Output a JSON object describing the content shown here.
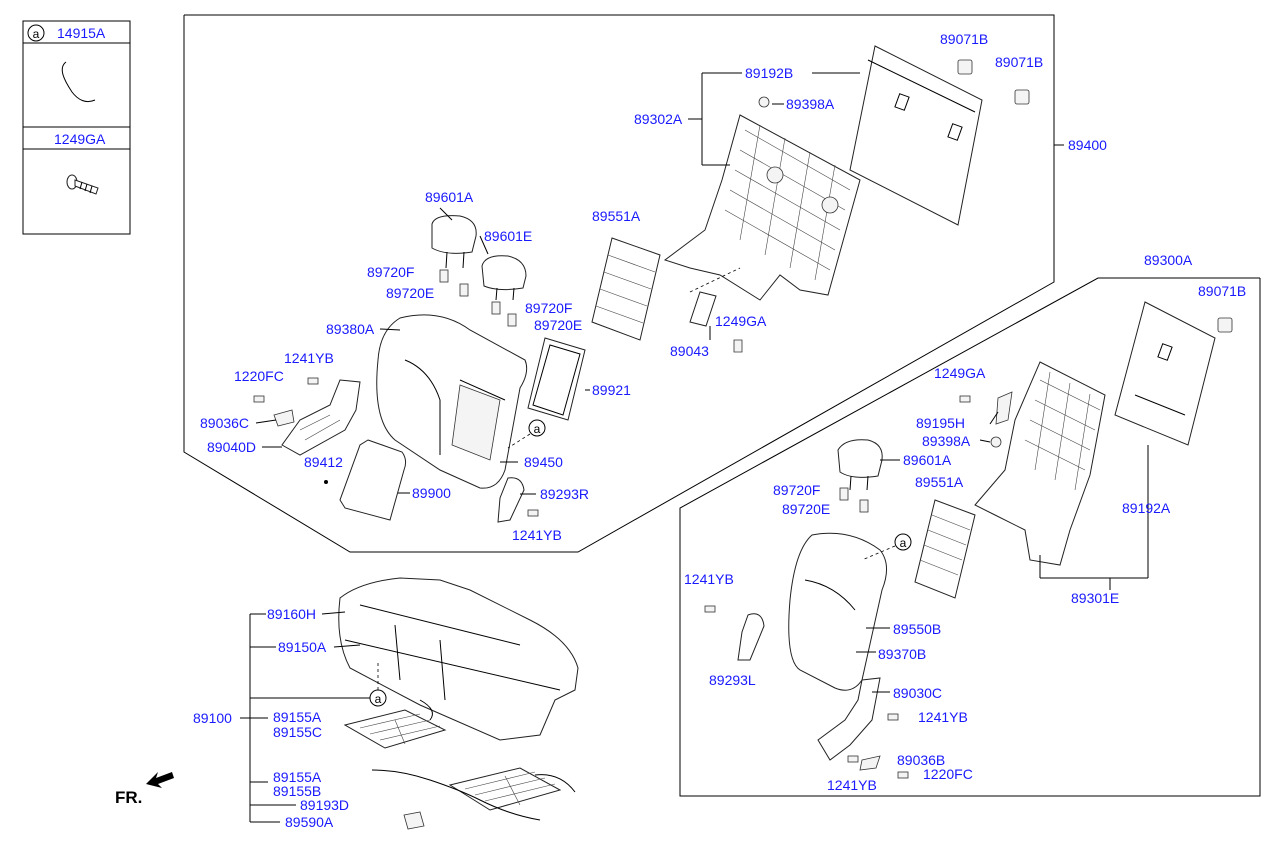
{
  "legend": {
    "a_symbol": "a",
    "part_a": "14915A",
    "part_b": "1249GA"
  },
  "direction": "FR.",
  "callout_letter": "a",
  "labels": {
    "p89071B_1": "89071B",
    "p89071B_2": "89071B",
    "p89192B": "89192B",
    "p89398A_1": "89398A",
    "p89302A": "89302A",
    "p89400": "89400",
    "p89601A_1": "89601A",
    "p89601E": "89601E",
    "p89551A_1": "89551A",
    "p89720F_1": "89720F",
    "p89720E_1": "89720E",
    "p89720F_2": "89720F",
    "p89720E_2": "89720E",
    "p89380A": "89380A",
    "p1249GA_1": "1249GA",
    "p89043": "89043",
    "p1241YB_1": "1241YB",
    "p1220FC_1": "1220FC",
    "p89921": "89921",
    "p89036C": "89036C",
    "p89040D": "89040D",
    "p89412": "89412",
    "p89450": "89450",
    "p89900": "89900",
    "p89293R": "89293R",
    "p1241YB_2": "1241YB",
    "p89300A": "89300A",
    "p89071B_3": "89071B",
    "p1249GA_2": "1249GA",
    "p89195H": "89195H",
    "p89398A_2": "89398A",
    "p89601A_2": "89601A",
    "p89192A": "89192A",
    "p89720F_3": "89720F",
    "p89551A_2": "89551A",
    "p89720E_3": "89720E",
    "p89301E": "89301E",
    "p1241YB_3": "1241YB",
    "p89550B": "89550B",
    "p89370B": "89370B",
    "p89293L": "89293L",
    "p89030C": "89030C",
    "p1241YB_4": "1241YB",
    "p89036B": "89036B",
    "p1220FC_2": "1220FC",
    "p1241YB_5": "1241YB",
    "p89160H": "89160H",
    "p89150A": "89150A",
    "p89100": "89100",
    "p89155A_1": "89155A",
    "p89155C": "89155C",
    "p89155A_2": "89155A",
    "p89155B": "89155B",
    "p89193D": "89193D",
    "p89590A": "89590A"
  },
  "colors": {
    "label": "#1a1aff",
    "line": "#000000"
  }
}
